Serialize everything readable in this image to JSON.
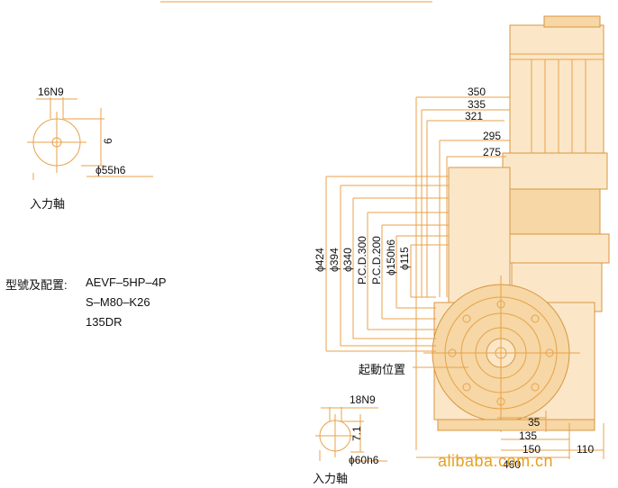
{
  "top_detail": {
    "keyway": "16N9",
    "depth": "6",
    "shaft": "ϕ55h6",
    "caption": "入力軸"
  },
  "model": {
    "label": "型號及配置:",
    "line1": "AEVF–5HP–4P",
    "line2": "S–M80–K26",
    "line3": "135DR"
  },
  "bottom_detail": {
    "keyway": "18N9",
    "depth": "7.1",
    "shaft": "ϕ60h6",
    "caption": "入力軸"
  },
  "right_dims": {
    "d350": "350",
    "d335": "335",
    "d321": "321",
    "d295": "295",
    "d275": "275"
  },
  "vertical_dims": {
    "phi424": "ϕ424",
    "phi394": "ϕ394",
    "phi340": "ϕ340",
    "pcd300": "P.C.D.300",
    "pcd200": "P.C.D.200",
    "phi150": "ϕ150h6",
    "phi115": "ϕ115"
  },
  "start_position": "起動位置",
  "bottom_dims": {
    "d35": "35",
    "d135": "135",
    "d150": "150",
    "d110": "110",
    "d460": "460"
  },
  "watermark": "alibaba.com.cn",
  "colors": {
    "line": "#e8a248",
    "fill_light": "#fbe7c8",
    "fill_mid": "#f6d7a5",
    "watermark": "#e8a020"
  }
}
